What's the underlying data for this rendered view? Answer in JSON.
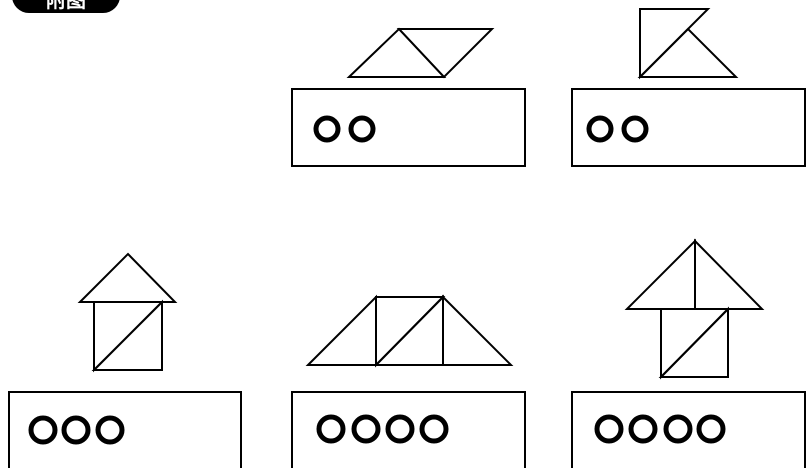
{
  "badge": {
    "label": "附图",
    "color": "#000000"
  },
  "figures": [
    {
      "id": "boat",
      "circle_count": 2,
      "shape_count": 2
    },
    {
      "id": "flag",
      "circle_count": 2,
      "shape_count": 2
    },
    {
      "id": "house",
      "circle_count": 3,
      "shape_count": 3
    },
    {
      "id": "bridge",
      "circle_count": 4,
      "shape_count": 4
    },
    {
      "id": "tree",
      "circle_count": 4,
      "shape_count": 4
    }
  ],
  "colors": {
    "stroke": "#000000",
    "background": "#ffffff"
  }
}
